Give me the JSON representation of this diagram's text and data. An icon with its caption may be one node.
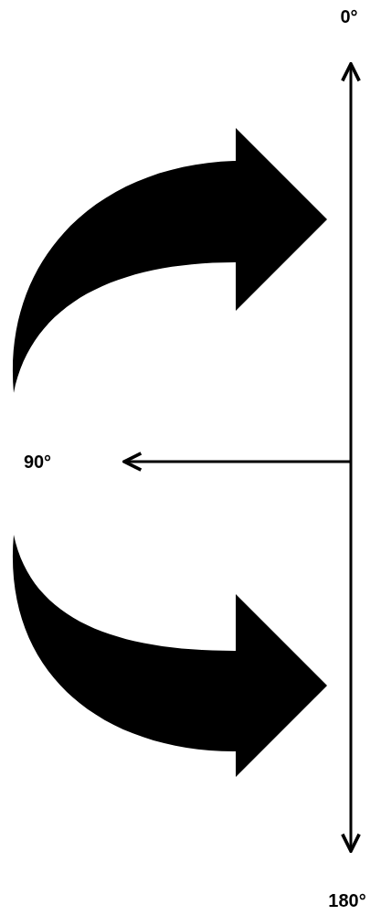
{
  "diagram": {
    "nodes": [
      {
        "text": [
          "0°"
        ]
      },
      {
        "text": [
          "90°"
        ]
      },
      {
        "text": [
          "180°"
        ]
      }
    ],
    "edges": [
      {
        "from": 2,
        "to": 0,
        "arrow": "both"
      },
      {
        "from": null,
        "to": 1,
        "arrow": "to"
      }
    ]
  }
}
